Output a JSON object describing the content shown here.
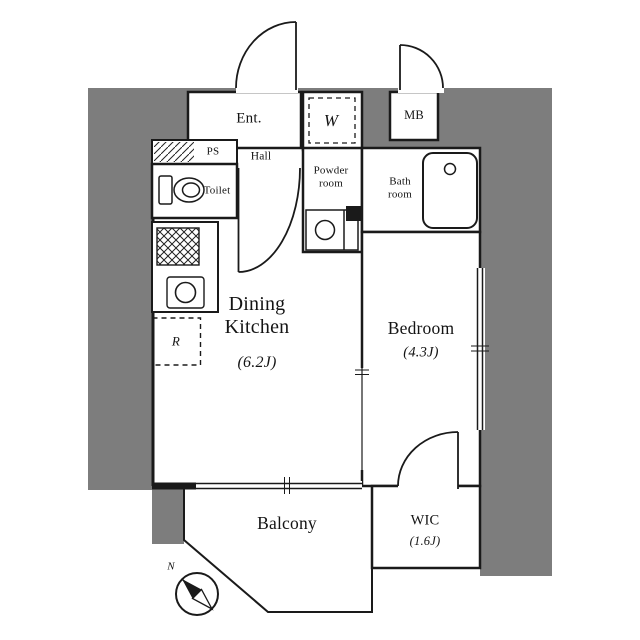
{
  "rooms": {
    "entrance": {
      "label": "Ent."
    },
    "ps": {
      "label": "PS"
    },
    "toilet": {
      "label": "Toilet"
    },
    "hall": {
      "label": "Hall"
    },
    "washer": {
      "label": "W"
    },
    "meter_box": {
      "label": "MB"
    },
    "powder_room": {
      "label": "Powder room"
    },
    "bath_room": {
      "label": "Bath room"
    },
    "dining_kitchen": {
      "label": "Dining Kitchen",
      "size": "(6.2J)"
    },
    "refrigerator": {
      "label": "R"
    },
    "bedroom": {
      "label": "Bedroom",
      "size": "(4.3J)"
    },
    "balcony": {
      "label": "Balcony"
    },
    "wic": {
      "label": "WIC",
      "size": "(1.6J)"
    }
  },
  "compass": {
    "north": "N"
  },
  "icons": {
    "toilet": "toilet-icon",
    "bathtub": "bathtub-icon",
    "kitchen_sink": "kitchen-sink-icon",
    "stove": "stove-icon",
    "washbasin": "washbasin-icon",
    "compass": "compass-north-icon"
  },
  "colors": {
    "wall_gray": "#7d7d7d",
    "line_black": "#1a1a1a",
    "background": "#ffffff"
  }
}
